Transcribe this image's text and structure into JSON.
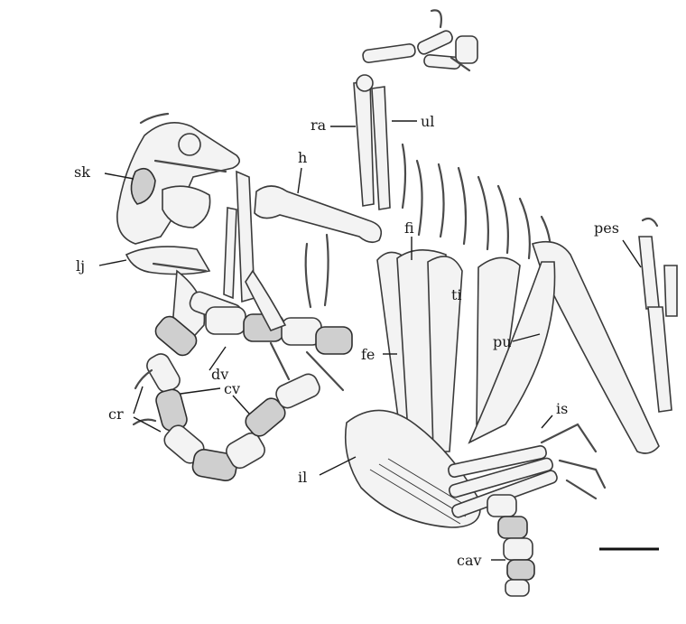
{
  "labels": {
    "sk": "sk",
    "lj": "lj",
    "ra": "ra",
    "ul": "ul",
    "h": "h",
    "fi": "fi",
    "ti": "ti",
    "pes": "pes",
    "pu": "pu",
    "fe": "fe",
    "dv": "dv",
    "cv": "cv",
    "cr": "cr",
    "is": "is",
    "il": "il",
    "cav": "cav"
  },
  "colors": {
    "ink": "#1a1a1a",
    "bone": "#f3f3f3",
    "bone_shadow": "#cfcfcf"
  }
}
